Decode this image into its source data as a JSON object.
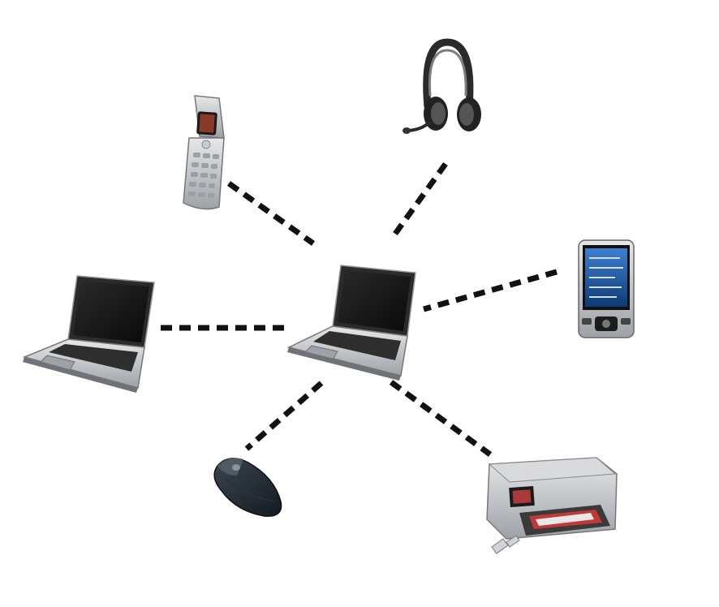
{
  "diagram": {
    "type": "network-topology",
    "hub": {
      "device": "laptop-icon"
    },
    "devices": [
      {
        "id": "flip-phone",
        "icon": "flip-phone-icon"
      },
      {
        "id": "headset",
        "icon": "headset-icon"
      },
      {
        "id": "pda",
        "icon": "pda-icon"
      },
      {
        "id": "laptop-left",
        "icon": "laptop-icon"
      },
      {
        "id": "mouse",
        "icon": "mouse-icon"
      },
      {
        "id": "printer",
        "icon": "printer-icon"
      }
    ],
    "connection_style": "dashed",
    "colors": {
      "background": "#ffffff",
      "connection": "#111111",
      "device_dark": "#1c1c1c",
      "device_silver": "#b9bcc0",
      "screen_blue": "#1f4e8c"
    }
  }
}
